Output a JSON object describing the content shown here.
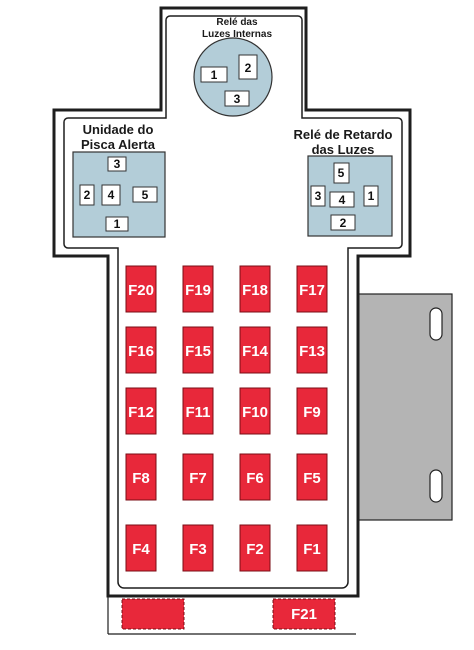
{
  "relays": {
    "interior_lights": {
      "title_line1": "Relé das",
      "title_line2": "Luzes Internas",
      "pins": [
        "1",
        "2",
        "3"
      ]
    },
    "hazard_unit": {
      "title_line1": "Unidade do",
      "title_line2": "Pisca Alerta",
      "pins": [
        "3",
        "2",
        "4",
        "5",
        "1"
      ]
    },
    "lights_delay": {
      "title_line1": "Relé de Retardo",
      "title_line2": "das Luzes",
      "pins": [
        "5",
        "3",
        "4",
        "1",
        "2"
      ]
    }
  },
  "fuses": {
    "row1": [
      "F20",
      "F19",
      "F18",
      "F17"
    ],
    "row2": [
      "F16",
      "F15",
      "F14",
      "F13"
    ],
    "row3": [
      "F12",
      "F11",
      "F10",
      "F9"
    ],
    "row4": [
      "F8",
      "F7",
      "F6",
      "F5"
    ],
    "row5": [
      "F4",
      "F3",
      "F2",
      "F1"
    ],
    "spare": "F21"
  },
  "colors": {
    "fuse_red": "#e8283a",
    "relay_blue": "#b3cdd8",
    "bracket_gray": "#b4b4b4",
    "outline": "#1e1e1e"
  }
}
